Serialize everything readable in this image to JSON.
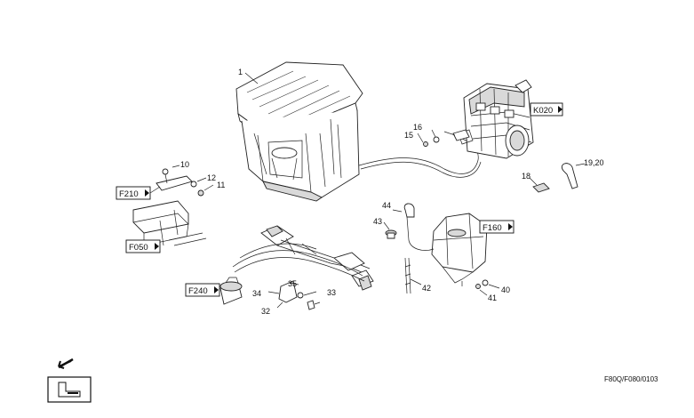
{
  "callouts": {
    "c1": "1",
    "c10": "10",
    "c11": "11",
    "c12": "12",
    "c15": "15",
    "c16": "16",
    "c18": "18",
    "c1920": "19,20",
    "c32": "32",
    "c33": "33",
    "c34": "34",
    "c35": "35",
    "c40": "40",
    "c41": "41",
    "c42": "42",
    "c43": "43",
    "c44": "44"
  },
  "refs": {
    "k020": "K020",
    "f210": "F210",
    "f050": "F050",
    "f160": "F160",
    "f240": "F240"
  },
  "drawing_code": "F80Q/F080/0103",
  "icons": {
    "direction_arrow": "arrow-icon",
    "page_symbol": "seat-symbol-icon"
  }
}
